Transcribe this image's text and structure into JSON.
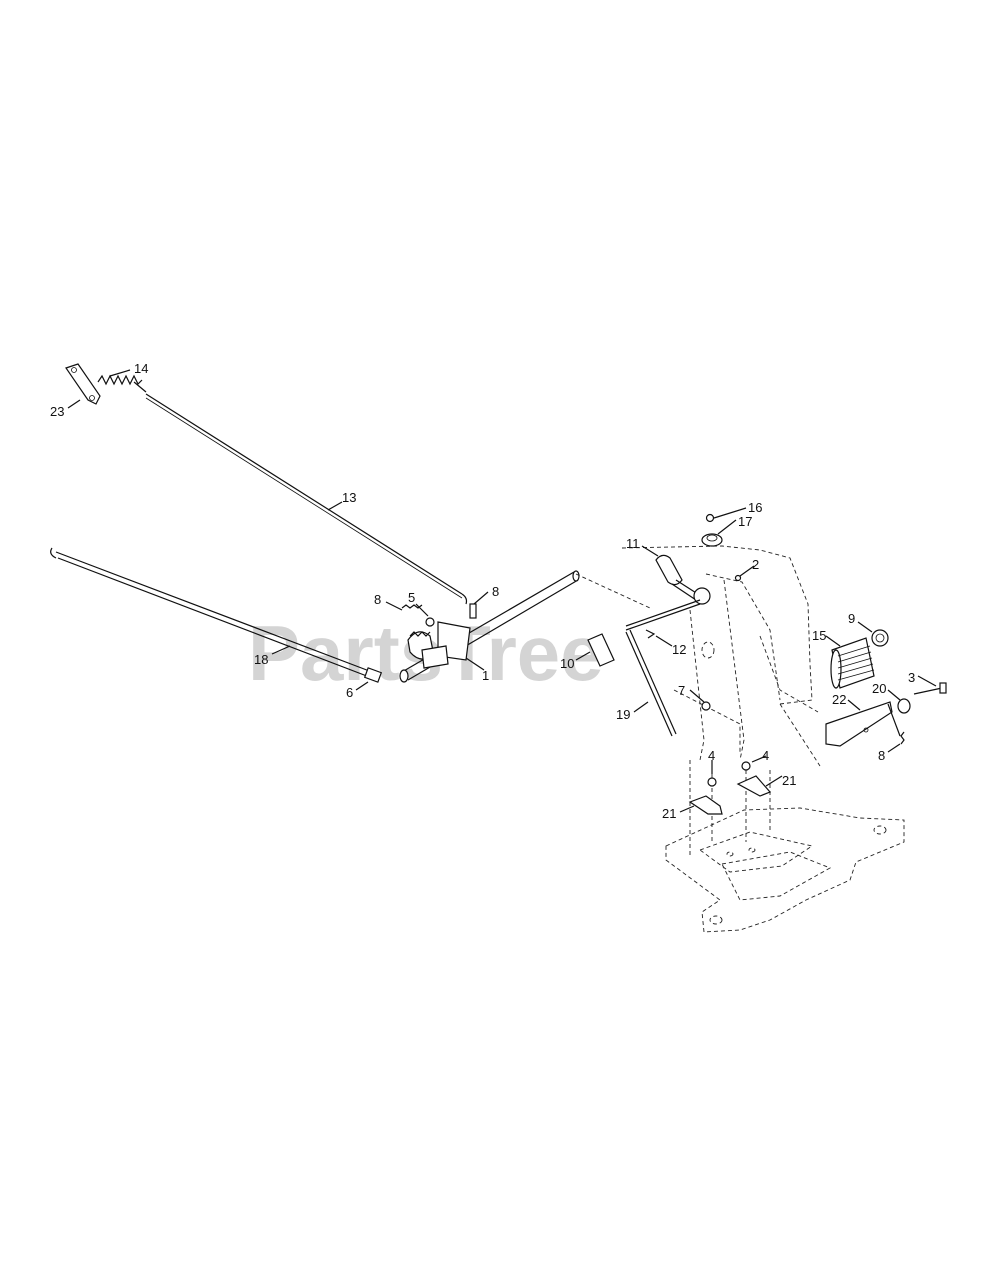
{
  "watermark": "PartsTree",
  "callouts": [
    {
      "id": "c14",
      "label": "14"
    },
    {
      "id": "c23",
      "label": "23"
    },
    {
      "id": "c13",
      "label": "13"
    },
    {
      "id": "c8a",
      "label": "8"
    },
    {
      "id": "c5",
      "label": "5"
    },
    {
      "id": "c8b",
      "label": "8"
    },
    {
      "id": "c18",
      "label": "18"
    },
    {
      "id": "c6",
      "label": "6"
    },
    {
      "id": "c1",
      "label": "1"
    },
    {
      "id": "c16",
      "label": "16"
    },
    {
      "id": "c17",
      "label": "17"
    },
    {
      "id": "c11",
      "label": "11"
    },
    {
      "id": "c2",
      "label": "2"
    },
    {
      "id": "c9",
      "label": "9"
    },
    {
      "id": "c15",
      "label": "15"
    },
    {
      "id": "c10",
      "label": "10"
    },
    {
      "id": "c12",
      "label": "12"
    },
    {
      "id": "c7",
      "label": "7"
    },
    {
      "id": "c19",
      "label": "19"
    },
    {
      "id": "c3",
      "label": "3"
    },
    {
      "id": "c20",
      "label": "20"
    },
    {
      "id": "c22",
      "label": "22"
    },
    {
      "id": "c8c",
      "label": "8"
    },
    {
      "id": "c4a",
      "label": "4"
    },
    {
      "id": "c4b",
      "label": "4"
    },
    {
      "id": "c21a",
      "label": "21"
    },
    {
      "id": "c21b",
      "label": "21"
    }
  ]
}
